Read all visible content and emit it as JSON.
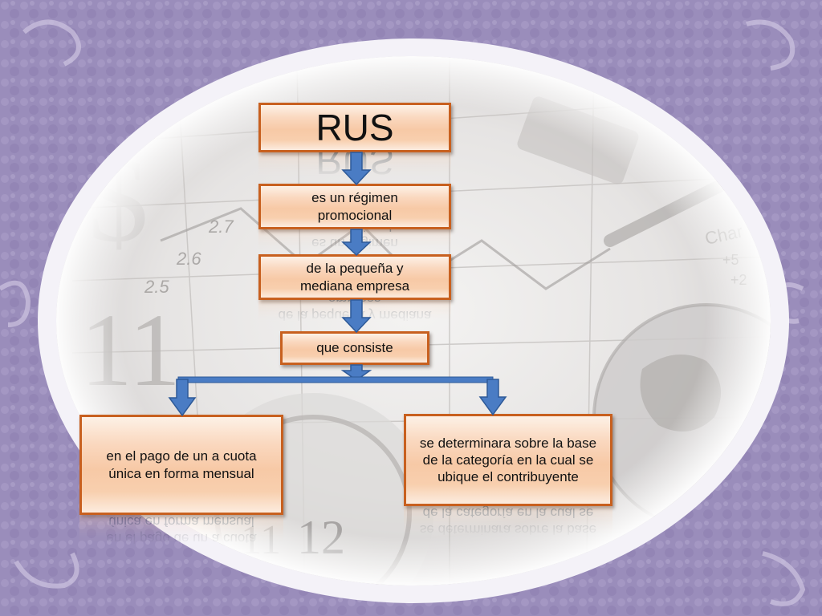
{
  "diagram": {
    "title": "RUS",
    "node_1": "es un régimen promocional",
    "node_2": "de la pequeña y mediana empresa",
    "node_3": "que consiste",
    "left_leaf": "en el pago de un a cuota única  en forma mensual",
    "right_leaf": "se determinara  sobre la base de la categoría  en la cual se ubique el contribuyente"
  },
  "colors": {
    "box_border": "#c8601f",
    "box_fill": "#f7c9a6",
    "arrow_fill": "#4a7cc4",
    "arrow_stroke": "#2e5a98",
    "frame": "#9c8fbd",
    "background_photo": "#e6e4e3"
  }
}
